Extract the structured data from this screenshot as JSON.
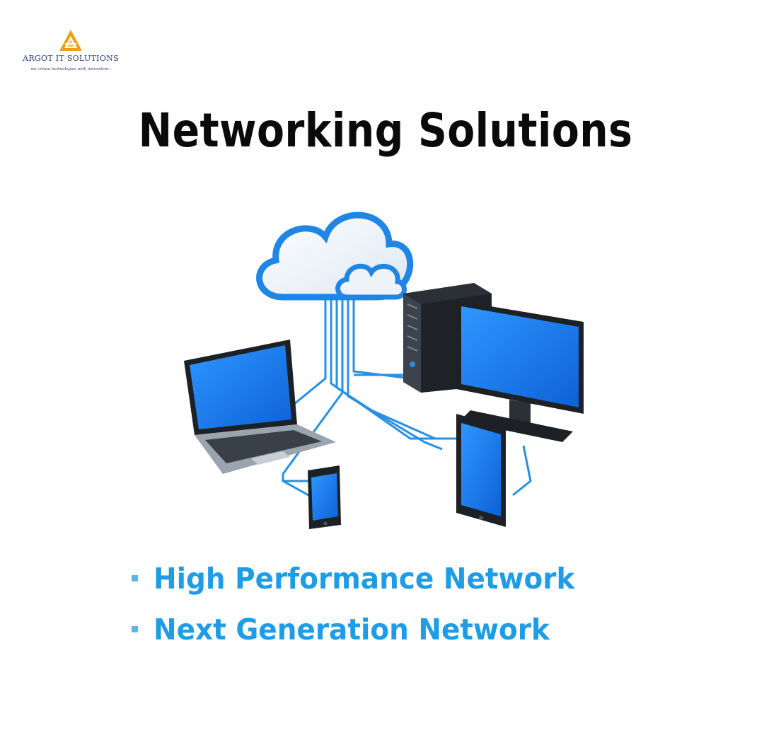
{
  "brand": {
    "name": "ARGOT IT SOLUTIONS",
    "tagline": "we create technologies with innovation..",
    "accent_color": "#e8a21a",
    "text_color": "#2b3a78"
  },
  "title": "Networking Solutions",
  "illustration": {
    "icons": [
      "cloud-icon",
      "server-tower-icon",
      "monitor-icon",
      "laptop-icon",
      "tablet-icon",
      "smartphone-icon"
    ],
    "line_color": "#2a8fe0",
    "screen_color": "#1b7ef0"
  },
  "bullets": [
    "High Performance Network",
    "Next Generation Network"
  ],
  "colors": {
    "bullet_text": "#1e9de6",
    "bullet_mark": "#59b7ec",
    "title": "#0a0a0a"
  }
}
